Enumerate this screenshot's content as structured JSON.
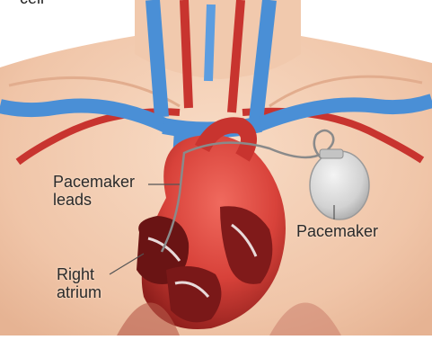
{
  "top_fragment": "cell",
  "labels": {
    "leads": [
      "Pacemaker",
      "leads"
    ],
    "pacemaker": "Pacemaker",
    "right_atrium": [
      "Right",
      "atrium"
    ]
  },
  "colors": {
    "skin": "#f3cdb2",
    "vein_blue": "#4a8fd6",
    "artery_red": "#c8342f",
    "heart_red": "#d8423a",
    "pacemaker_device": "#d8d8d8"
  }
}
